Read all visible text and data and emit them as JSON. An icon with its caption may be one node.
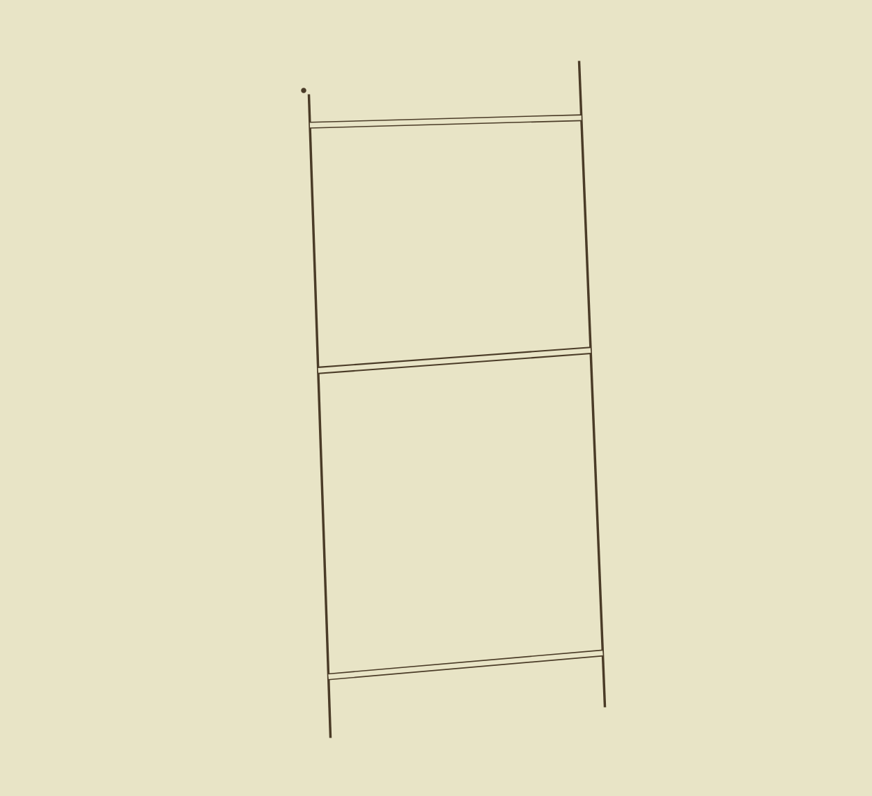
{
  "diagram": {
    "nodes": [
      {
        "text": [],
        "shape": "bar"
      },
      {
        "text": [],
        "shape": "bar"
      }
    ],
    "edges": [
      {
        "from": 0,
        "to": 1,
        "arrow": "none"
      },
      {
        "from": 0,
        "to": 1,
        "arrow": "none"
      },
      {
        "from": 0,
        "to": 1,
        "arrow": "none"
      }
    ]
  }
}
